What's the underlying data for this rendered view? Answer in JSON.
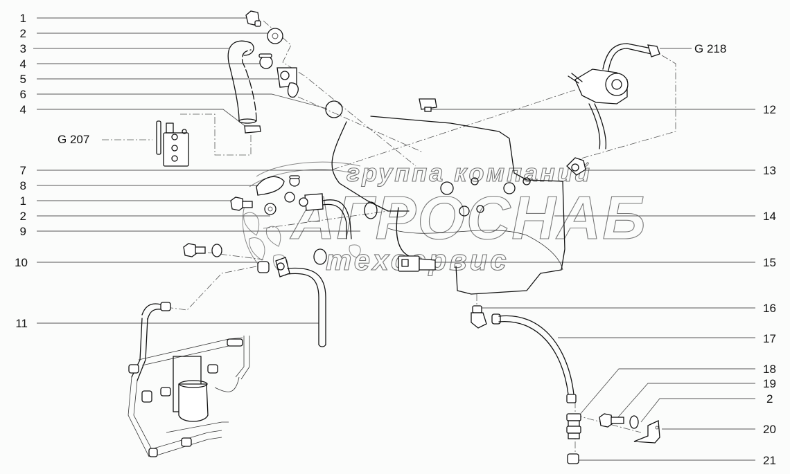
{
  "diagram": {
    "type": "exploded-parts-diagram",
    "subject": "fuel/hydraulic piping assembly with tank"
  },
  "callouts_left": [
    {
      "label": "1"
    },
    {
      "label": "2"
    },
    {
      "label": "3"
    },
    {
      "label": "4"
    },
    {
      "label": "5"
    },
    {
      "label": "6"
    },
    {
      "label": "4"
    },
    {
      "label": "G 207"
    },
    {
      "label": "7"
    },
    {
      "label": "8"
    },
    {
      "label": "1"
    },
    {
      "label": "2"
    },
    {
      "label": "9"
    },
    {
      "label": "10"
    },
    {
      "label": "11"
    }
  ],
  "callouts_right": [
    {
      "label": "G 218"
    },
    {
      "label": "12"
    },
    {
      "label": "13"
    },
    {
      "label": "14"
    },
    {
      "label": "15"
    },
    {
      "label": "16"
    },
    {
      "label": "17"
    },
    {
      "label": "18"
    },
    {
      "label": "19"
    },
    {
      "label": "2"
    },
    {
      "label": "20"
    },
    {
      "label": "21"
    }
  ],
  "watermark": {
    "line1": "группа компаний",
    "line2": "АГРОСНАБ",
    "line3": "техсервис"
  }
}
